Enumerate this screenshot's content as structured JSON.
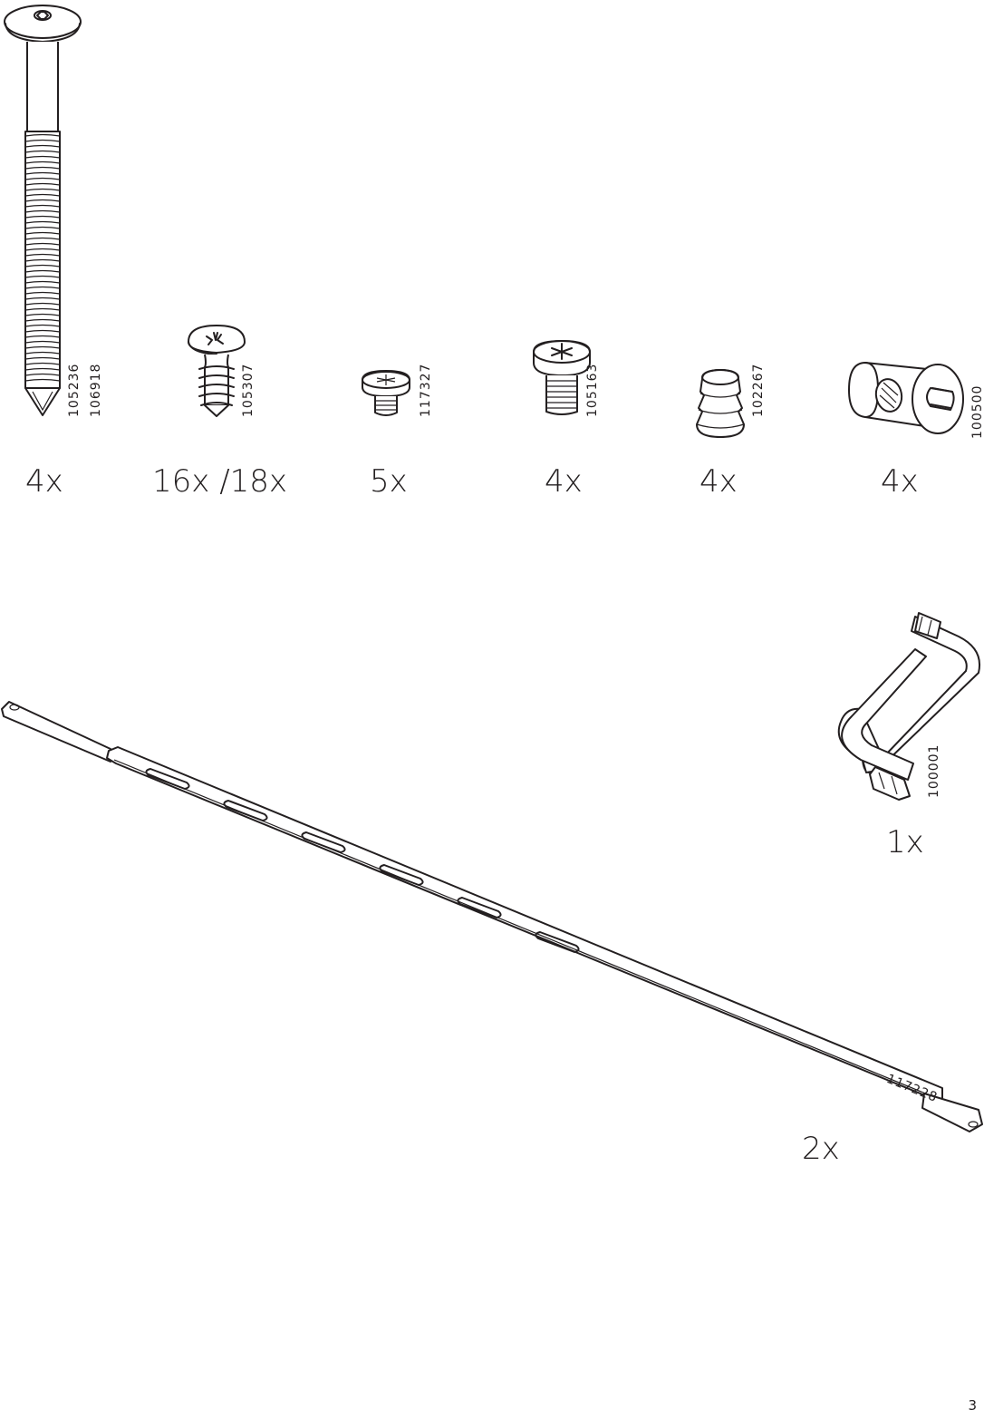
{
  "page_number": "3",
  "parts": [
    {
      "id": "long-bolt",
      "codes": [
        "105236",
        "106918"
      ],
      "quantity": "4x",
      "icon": "long-bolt-icon"
    },
    {
      "id": "wood-screw",
      "codes": [
        "105307"
      ],
      "quantity": "16x /18x",
      "icon": "wood-screw-icon"
    },
    {
      "id": "short-screw",
      "codes": [
        "117327"
      ],
      "quantity": "5x",
      "icon": "short-screw-icon"
    },
    {
      "id": "machine-screw",
      "codes": [
        "105163"
      ],
      "quantity": "4x",
      "icon": "machine-screw-icon"
    },
    {
      "id": "dowel-plug",
      "codes": [
        "102267"
      ],
      "quantity": "4x",
      "icon": "dowel-plug-icon"
    },
    {
      "id": "barrel-nut",
      "codes": [
        "100500"
      ],
      "quantity": "4x",
      "icon": "barrel-nut-icon"
    },
    {
      "id": "allen-key",
      "codes": [
        "100001"
      ],
      "quantity": "1x",
      "icon": "allen-key-icon"
    },
    {
      "id": "metal-rail",
      "codes": [
        "117228"
      ],
      "quantity": "2x",
      "icon": "metal-rail-icon"
    }
  ],
  "colors": {
    "ink": "#231f20",
    "background": "#ffffff"
  }
}
